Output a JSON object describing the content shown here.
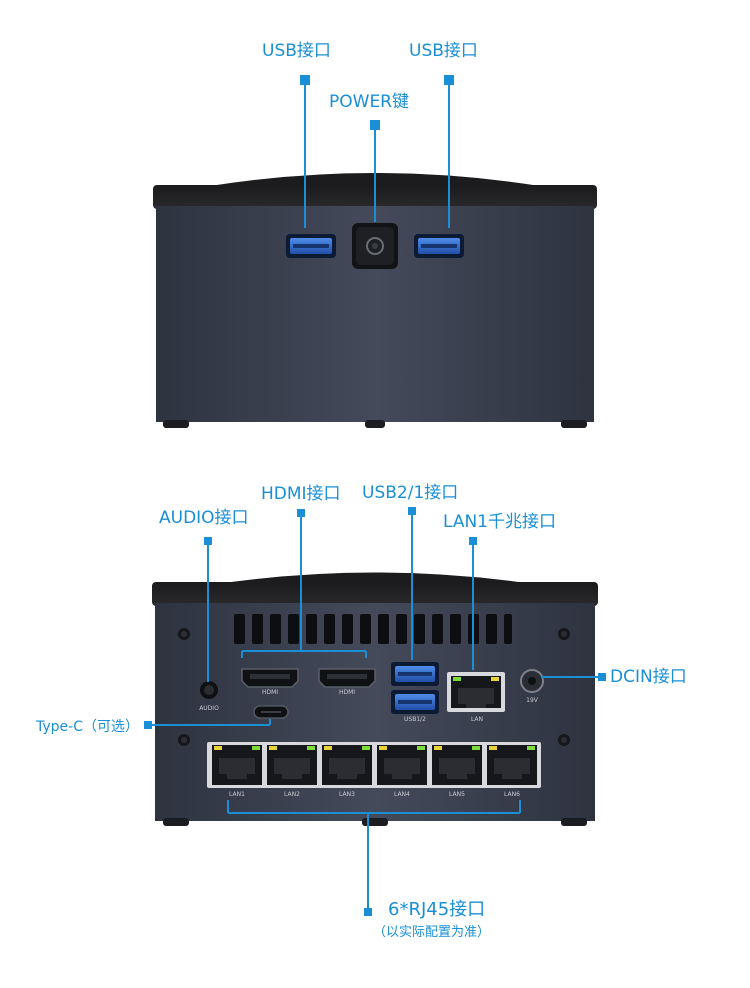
{
  "top_callouts": {
    "usb_left": "USB接口",
    "usb_right": "USB接口",
    "power": "POWER键"
  },
  "bottom_callouts": {
    "audio": "AUDIO接口",
    "hdmi": "HDMI接口",
    "usb": "USB2/1接口",
    "lan1": "LAN1千兆接口",
    "dcin": "DCIN接口",
    "typec": "Type-C（可选）",
    "rj45": "6*RJ45接口",
    "rj45_note": "（以实际配置为准）"
  },
  "device_labels": {
    "audio": "AUDIO",
    "hdmi1": "HDMI",
    "hdmi2": "HDMI",
    "usb": "USB1/2",
    "lan": "LAN",
    "dc": "19V",
    "lan_ports": [
      "LAN1",
      "LAN2",
      "LAN3",
      "LAN4",
      "LAN5",
      "LAN6"
    ]
  },
  "colors": {
    "accent": "#1a8fd6",
    "case": "#3b4150",
    "usb3_blue": "#2f6fd0",
    "led_green": "#7ddc3a",
    "led_yellow": "#e8d43a"
  }
}
